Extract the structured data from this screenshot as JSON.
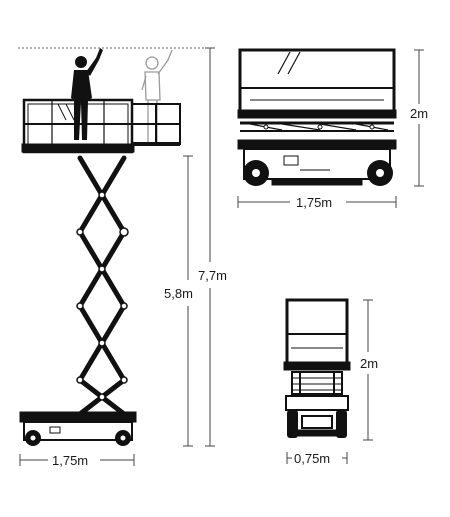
{
  "colors": {
    "line": "#111111",
    "dim": "#444444",
    "ghost": "#9a9a9a",
    "background": "#ffffff"
  },
  "side_view": {
    "platform_height_label": "5,8m",
    "working_height_label": "7,7m",
    "base_width_label": "1,75m"
  },
  "stowed_side_view": {
    "length_label": "1,75m",
    "height_label": "2m"
  },
  "front_view": {
    "width_label": "0,75m",
    "height_label": "2m"
  }
}
